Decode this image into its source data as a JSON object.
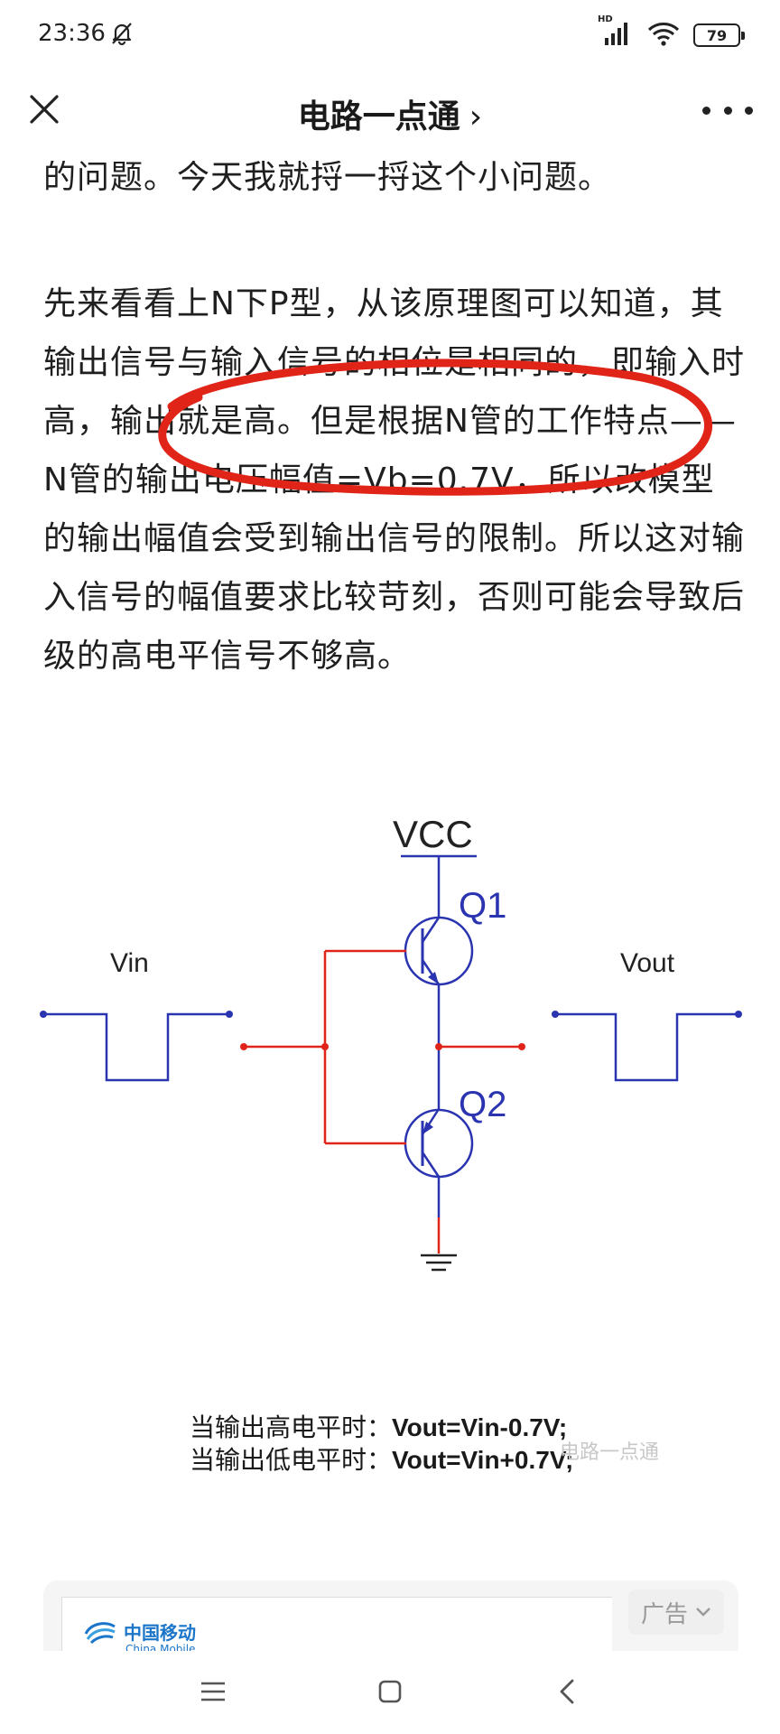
{
  "status_bar": {
    "time": "23:36",
    "network_badge": "HD",
    "battery_level": "79",
    "icons": [
      "bell-off-icon",
      "signal-icon",
      "wifi-icon",
      "battery-icon"
    ]
  },
  "nav": {
    "title": "电路一点通",
    "title_chevron": "›",
    "icons": [
      "close-icon",
      "more-icon"
    ]
  },
  "article": {
    "para_top": "的问题。今天我就捋一捋这个小问题。",
    "para_main": "先来看看上N下P型，从该原理图可以知道，其输出信号与输入信号的相位是相同的，即输入时高，输出就是高。但是根据N管的工作特点——N管的输出电压幅值=Vb=0.7V，所以改模型的输出幅值会受到输出信号的限制。所以这对输入信号的幅值要求比较苛刻，否则可能会导致后级的高电平信号不够高。",
    "highlight_color": "#e02418"
  },
  "circuit": {
    "vcc_label": "VCC",
    "q1_label": "Q1",
    "q2_label": "Q2",
    "vin_label": "Vin",
    "vout_label": "Vout",
    "colors": {
      "wire_blue": "#2a34b0",
      "wire_red": "#e0241a",
      "label_blue": "#2a34b0"
    }
  },
  "caption": {
    "line1_prefix": "当输出高电平时：",
    "line1_formula": "Vout=Vin-0.7V;",
    "line2_prefix": "当输出低电平时：",
    "line2_formula": "Vout=Vin+0.7V;",
    "watermark": "电路一点通"
  },
  "ad": {
    "brand": "中国移动",
    "brand_sub": "China Mobile",
    "tag": "广告",
    "tag_icon": "chevron-down-icon"
  },
  "bottom_nav": {
    "icons": [
      "menu-icon",
      "home-icon",
      "back-icon"
    ]
  }
}
